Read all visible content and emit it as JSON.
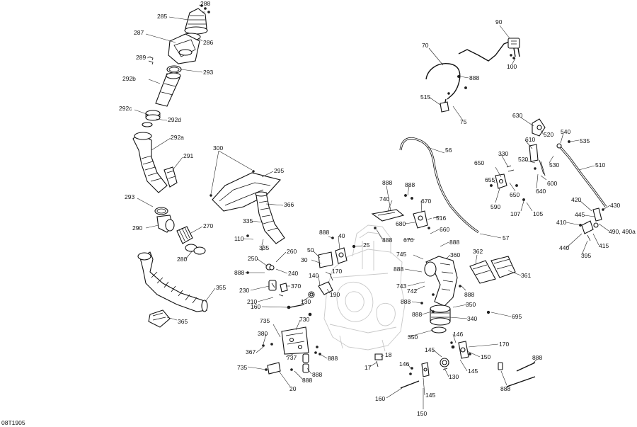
{
  "figure_id": "08T1905",
  "callouts": [
    {
      "id": "c288a",
      "text": "288"
    },
    {
      "id": "c285",
      "text": "285"
    },
    {
      "id": "c287",
      "text": "287"
    },
    {
      "id": "c286",
      "text": "286"
    },
    {
      "id": "c289",
      "text": "289"
    },
    {
      "id": "c293a",
      "text": "293"
    },
    {
      "id": "c292b",
      "text": "292b"
    },
    {
      "id": "c292c",
      "text": "292c"
    },
    {
      "id": "c292d",
      "text": "292d"
    },
    {
      "id": "c292a",
      "text": "292a"
    },
    {
      "id": "c291",
      "text": "291"
    },
    {
      "id": "c293b",
      "text": "293"
    },
    {
      "id": "c290",
      "text": "290"
    },
    {
      "id": "c270",
      "text": "270"
    },
    {
      "id": "c280",
      "text": "280"
    },
    {
      "id": "c355",
      "text": "355"
    },
    {
      "id": "c365",
      "text": "365"
    },
    {
      "id": "c300",
      "text": "300"
    },
    {
      "id": "c295",
      "text": "295"
    },
    {
      "id": "c366",
      "text": "366"
    },
    {
      "id": "c335a",
      "text": "335"
    },
    {
      "id": "c110",
      "text": "110"
    },
    {
      "id": "c335b",
      "text": "335"
    },
    {
      "id": "c260",
      "text": "260"
    },
    {
      "id": "c250",
      "text": "250"
    },
    {
      "id": "c888a",
      "text": "888"
    },
    {
      "id": "c240",
      "text": "240"
    },
    {
      "id": "c230",
      "text": "230"
    },
    {
      "id": "c370",
      "text": "370"
    },
    {
      "id": "c210",
      "text": "210"
    },
    {
      "id": "c160a",
      "text": "160"
    },
    {
      "id": "c130a",
      "text": "130"
    },
    {
      "id": "c888b",
      "text": "888"
    },
    {
      "id": "c40",
      "text": "40"
    },
    {
      "id": "c50",
      "text": "50"
    },
    {
      "id": "c25",
      "text": "25"
    },
    {
      "id": "c30",
      "text": "30"
    },
    {
      "id": "c170a",
      "text": "170"
    },
    {
      "id": "c140",
      "text": "140"
    },
    {
      "id": "c190",
      "text": "190"
    },
    {
      "id": "c380",
      "text": "380"
    },
    {
      "id": "c735a",
      "text": "735"
    },
    {
      "id": "c730",
      "text": "730"
    },
    {
      "id": "c367",
      "text": "367"
    },
    {
      "id": "c737",
      "text": "737"
    },
    {
      "id": "c888c",
      "text": "888"
    },
    {
      "id": "c735b",
      "text": "735"
    },
    {
      "id": "c888d",
      "text": "888"
    },
    {
      "id": "c888e",
      "text": "888"
    },
    {
      "id": "c20",
      "text": "20"
    },
    {
      "id": "c18",
      "text": "18"
    },
    {
      "id": "c17",
      "text": "17"
    },
    {
      "id": "c888f",
      "text": "888"
    },
    {
      "id": "c888g",
      "text": "888"
    },
    {
      "id": "c740",
      "text": "740"
    },
    {
      "id": "c670a",
      "text": "670"
    },
    {
      "id": "c516",
      "text": "516"
    },
    {
      "id": "c680",
      "text": "680"
    },
    {
      "id": "c670b",
      "text": "670"
    },
    {
      "id": "c888h",
      "text": "888"
    },
    {
      "id": "c660",
      "text": "660"
    },
    {
      "id": "c888i",
      "text": "888"
    },
    {
      "id": "c745",
      "text": "745"
    },
    {
      "id": "c888j",
      "text": "888"
    },
    {
      "id": "c360",
      "text": "360"
    },
    {
      "id": "c743",
      "text": "743"
    },
    {
      "id": "c742",
      "text": "742"
    },
    {
      "id": "c888k",
      "text": "888"
    },
    {
      "id": "c888l",
      "text": "888"
    },
    {
      "id": "c350a",
      "text": "350"
    },
    {
      "id": "c888m",
      "text": "888"
    },
    {
      "id": "c340",
      "text": "340"
    },
    {
      "id": "c350b",
      "text": "350"
    },
    {
      "id": "c362",
      "text": "362"
    },
    {
      "id": "c361",
      "text": "361"
    },
    {
      "id": "c695",
      "text": "695"
    },
    {
      "id": "c146a",
      "text": "146"
    },
    {
      "id": "c170b",
      "text": "170"
    },
    {
      "id": "c145a",
      "text": "145"
    },
    {
      "id": "c150a",
      "text": "150"
    },
    {
      "id": "c145b",
      "text": "145"
    },
    {
      "id": "c146b",
      "text": "146"
    },
    {
      "id": "c130b",
      "text": "130"
    },
    {
      "id": "c160b",
      "text": "160"
    },
    {
      "id": "c145c",
      "text": "145"
    },
    {
      "id": "c150b",
      "text": "150"
    },
    {
      "id": "c888n",
      "text": "888"
    },
    {
      "id": "c888o",
      "text": "888"
    },
    {
      "id": "c90",
      "text": "90"
    },
    {
      "id": "c70",
      "text": "70"
    },
    {
      "id": "c100",
      "text": "100"
    },
    {
      "id": "c888p",
      "text": "888"
    },
    {
      "id": "c515",
      "text": "515"
    },
    {
      "id": "c75",
      "text": "75"
    },
    {
      "id": "c56",
      "text": "56"
    },
    {
      "id": "c57",
      "text": "57"
    },
    {
      "id": "c630",
      "text": "630"
    },
    {
      "id": "c520a",
      "text": "520"
    },
    {
      "id": "c540",
      "text": "540"
    },
    {
      "id": "c535",
      "text": "535"
    },
    {
      "id": "c610",
      "text": "610"
    },
    {
      "id": "c520b",
      "text": "520"
    },
    {
      "id": "c530",
      "text": "530"
    },
    {
      "id": "c510",
      "text": "510"
    },
    {
      "id": "c330",
      "text": "330"
    },
    {
      "id": "c650a",
      "text": "650"
    },
    {
      "id": "c655",
      "text": "655"
    },
    {
      "id": "c650b",
      "text": "650"
    },
    {
      "id": "c600",
      "text": "600"
    },
    {
      "id": "c640",
      "text": "640"
    },
    {
      "id": "c590",
      "text": "590"
    },
    {
      "id": "c107",
      "text": "107"
    },
    {
      "id": "c105",
      "text": "105"
    },
    {
      "id": "c420",
      "text": "420"
    },
    {
      "id": "c430",
      "text": "430"
    },
    {
      "id": "c445",
      "text": "445"
    },
    {
      "id": "c410",
      "text": "410"
    },
    {
      "id": "c490",
      "text": "490, 490a"
    },
    {
      "id": "c440",
      "text": "440"
    },
    {
      "id": "c415",
      "text": "415"
    },
    {
      "id": "c395",
      "text": "395"
    }
  ]
}
